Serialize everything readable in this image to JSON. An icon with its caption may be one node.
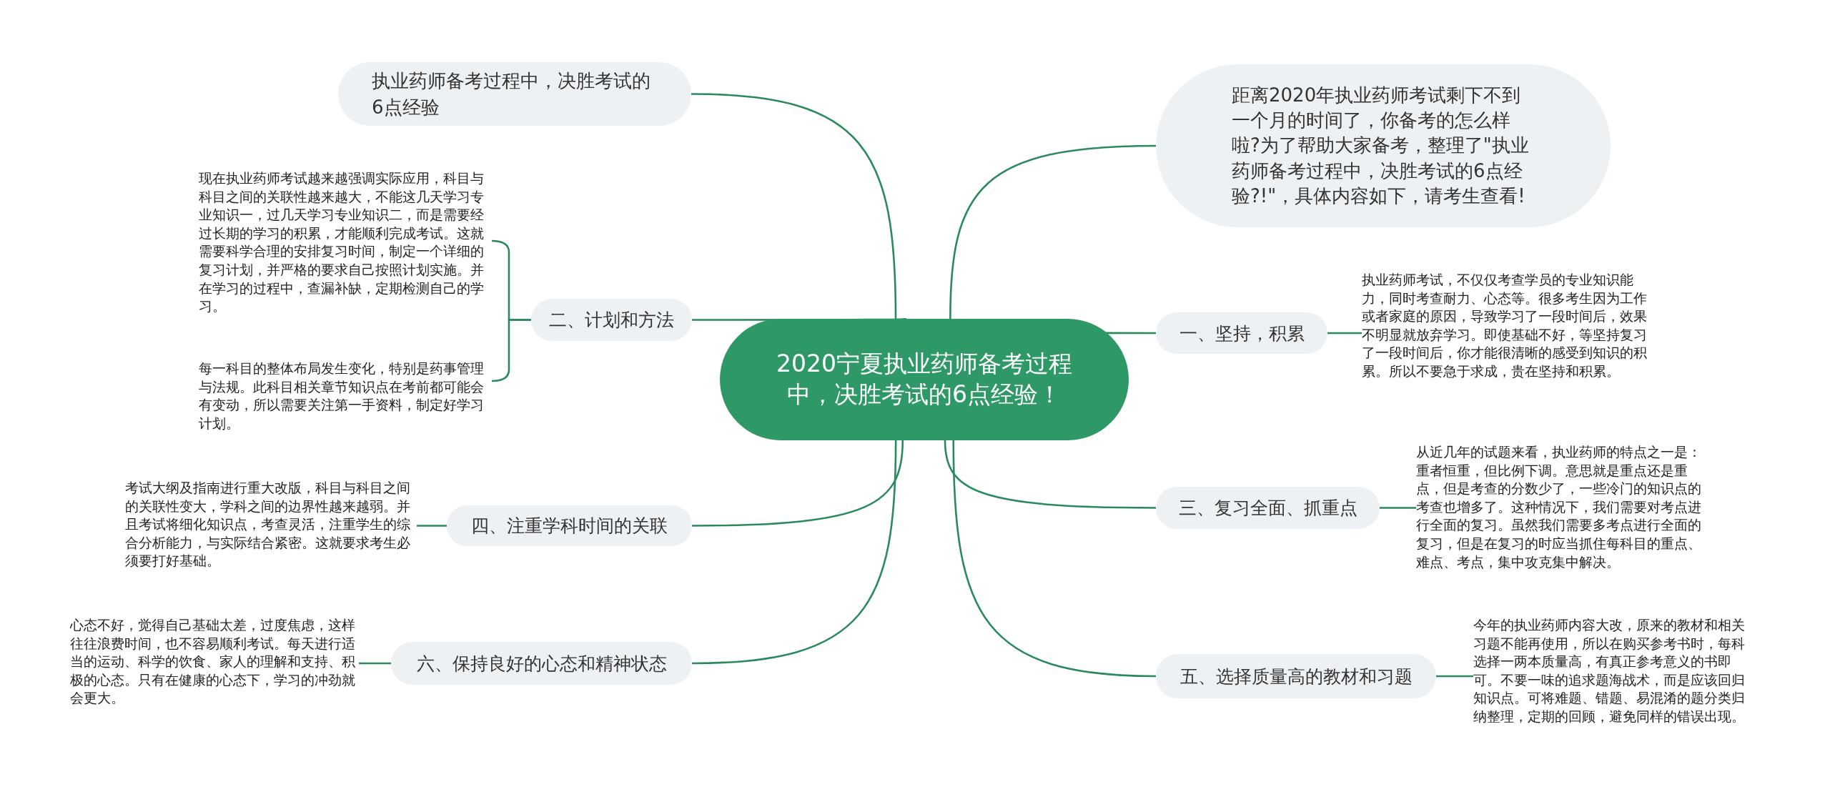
{
  "diagram": {
    "nodes": [
      {
        "text": [
          "2020宁夏执业药师备考过程中，决胜考试的6点经验！"
        ]
      },
      {
        "text": [
          "执业药师备考过程中，决胜考试的6点经验"
        ]
      },
      {
        "text": [
          "二、计划和方法"
        ]
      },
      {
        "text": [
          "现在执业药师考试越来越强调实际应用，科目与科目之间的关联性越来越大，不能这几天学习专业知识一，过几天学习专业知识二，而是需要经过长期的学习的积累，才能顺利完成考试。这就需要科学合理的安排复习时间，制定一个详细的复习计划，并严格的要求自己按照计划实施。并在学习的过程中，查漏补缺，定期检测自己的学习。"
        ]
      },
      {
        "text": [
          "每一科目的整体布局发生变化，特别是药事管理与法规。此科目相关章节知识点在考前都可能会有变动，所以需要关注第一手资料，制定好学习计划。"
        ]
      },
      {
        "text": [
          "四、注重学科时间的关联"
        ]
      },
      {
        "text": [
          "考试大纲及指南进行重大改版，科目与科目之间的关联性变大，学科之间的边界性越来越弱。并且考试将细化知识点，考查灵活，注重学生的综合分析能力，与实际结合紧密。这就要求考生必须要打好基础。"
        ]
      },
      {
        "text": [
          "六、保持良好的心态和精神状态"
        ]
      },
      {
        "text": [
          "心态不好，觉得自己基础太差，过度焦虑，这样往往浪费时间，也不容易顺利考试。每天进行适当的运动、科学的饮食、家人的理解和支持、积极的心态。只有在健康的心态下，学习的冲劲就会更大。"
        ]
      },
      {
        "text": [
          "距离2020年执业药师考试剩下不到一个月的时间了，你备考的怎么样啦?为了帮助大家备考，整理了\"执业药师备考过程中，决胜考试的6点经验?!\"，具体内容如下，请考生查看!"
        ]
      },
      {
        "text": [
          "一、坚持，积累"
        ]
      },
      {
        "text": [
          "执业药师考试，不仅仅考查学员的专业知识能力，同时考查耐力、心态等。很多考生因为工作或者家庭的原因，导致学习了一段时间后，效果不明显就放弃学习。即使基础不好，等坚持复习了一段时间后，你才能很清晰的感受到知识的积累。所以不要急于求成，贵在坚持和积累。"
        ]
      },
      {
        "text": [
          "三、复习全面、抓重点"
        ]
      },
      {
        "text": [
          "从近几年的试题来看，执业药师的特点之一是：重者恒重，但比例下调。意思就是重点还是重点，但是考查的分数少了，一些冷门的知识点的考查也增多了。这种情况下，我们需要对考点进行全面的复习。虽然我们需要多考点进行全面的复习，但是在复习的时应当抓住每科目的重点、难点、考点，集中攻克集中解决。"
        ]
      },
      {
        "text": [
          "五、选择质量高的教材和习题"
        ]
      },
      {
        "text": [
          "今年的执业药师内容大改，原来的教材和相关习题不能再使用，所以在购买参考书时，每科选择一两本质量高，有真正参考意义的书即可。不要一味的追求题海战术，而是应该回归知识点。可将难题、错题、易混淆的题分类归纳整理，定期的回顾，避免同样的错误出现。"
        ]
      }
    ],
    "edges": [
      {
        "from": 0,
        "to": 1,
        "arrow": "none"
      },
      {
        "from": 0,
        "to": 2,
        "arrow": "none"
      },
      {
        "from": 2,
        "to": 3,
        "arrow": "none"
      },
      {
        "from": 2,
        "to": 4,
        "arrow": "none"
      },
      {
        "from": 0,
        "to": 5,
        "arrow": "none"
      },
      {
        "from": 5,
        "to": 6,
        "arrow": "none"
      },
      {
        "from": 0,
        "to": 7,
        "arrow": "none"
      },
      {
        "from": 7,
        "to": 8,
        "arrow": "none"
      },
      {
        "from": 0,
        "to": 9,
        "arrow": "none"
      },
      {
        "from": 0,
        "to": 10,
        "arrow": "none"
      },
      {
        "from": 10,
        "to": 11,
        "arrow": "none"
      },
      {
        "from": 0,
        "to": 12,
        "arrow": "none"
      },
      {
        "from": 12,
        "to": 13,
        "arrow": "none"
      },
      {
        "from": 0,
        "to": 14,
        "arrow": "none"
      },
      {
        "from": 14,
        "to": 15,
        "arrow": "none"
      }
    ]
  }
}
